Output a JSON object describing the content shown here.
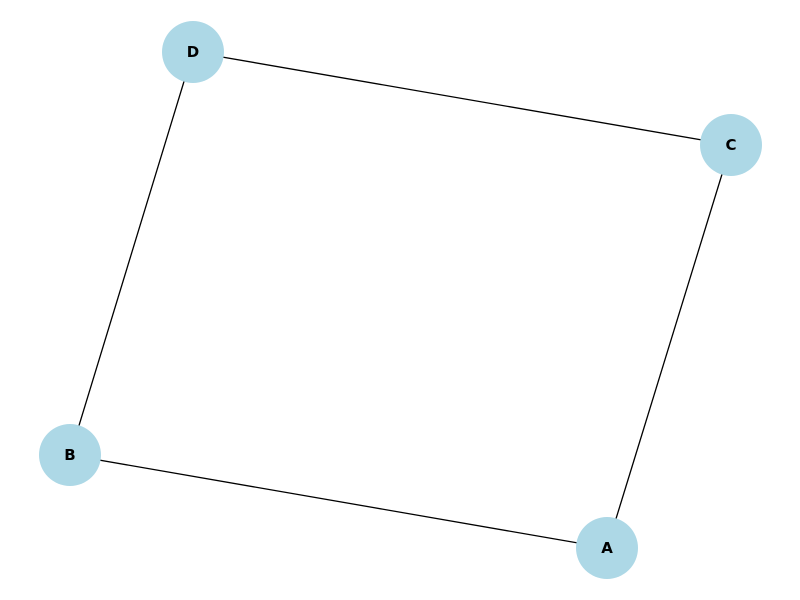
{
  "graph": {
    "node_color": "#add8e6",
    "edge_color": "#000000",
    "nodes": [
      {
        "id": "A",
        "label": "A"
      },
      {
        "id": "B",
        "label": "B"
      },
      {
        "id": "C",
        "label": "C"
      },
      {
        "id": "D",
        "label": "D"
      }
    ],
    "edges": [
      {
        "source": "A",
        "target": "B"
      },
      {
        "source": "A",
        "target": "C"
      },
      {
        "source": "B",
        "target": "D"
      },
      {
        "source": "C",
        "target": "D"
      }
    ]
  }
}
